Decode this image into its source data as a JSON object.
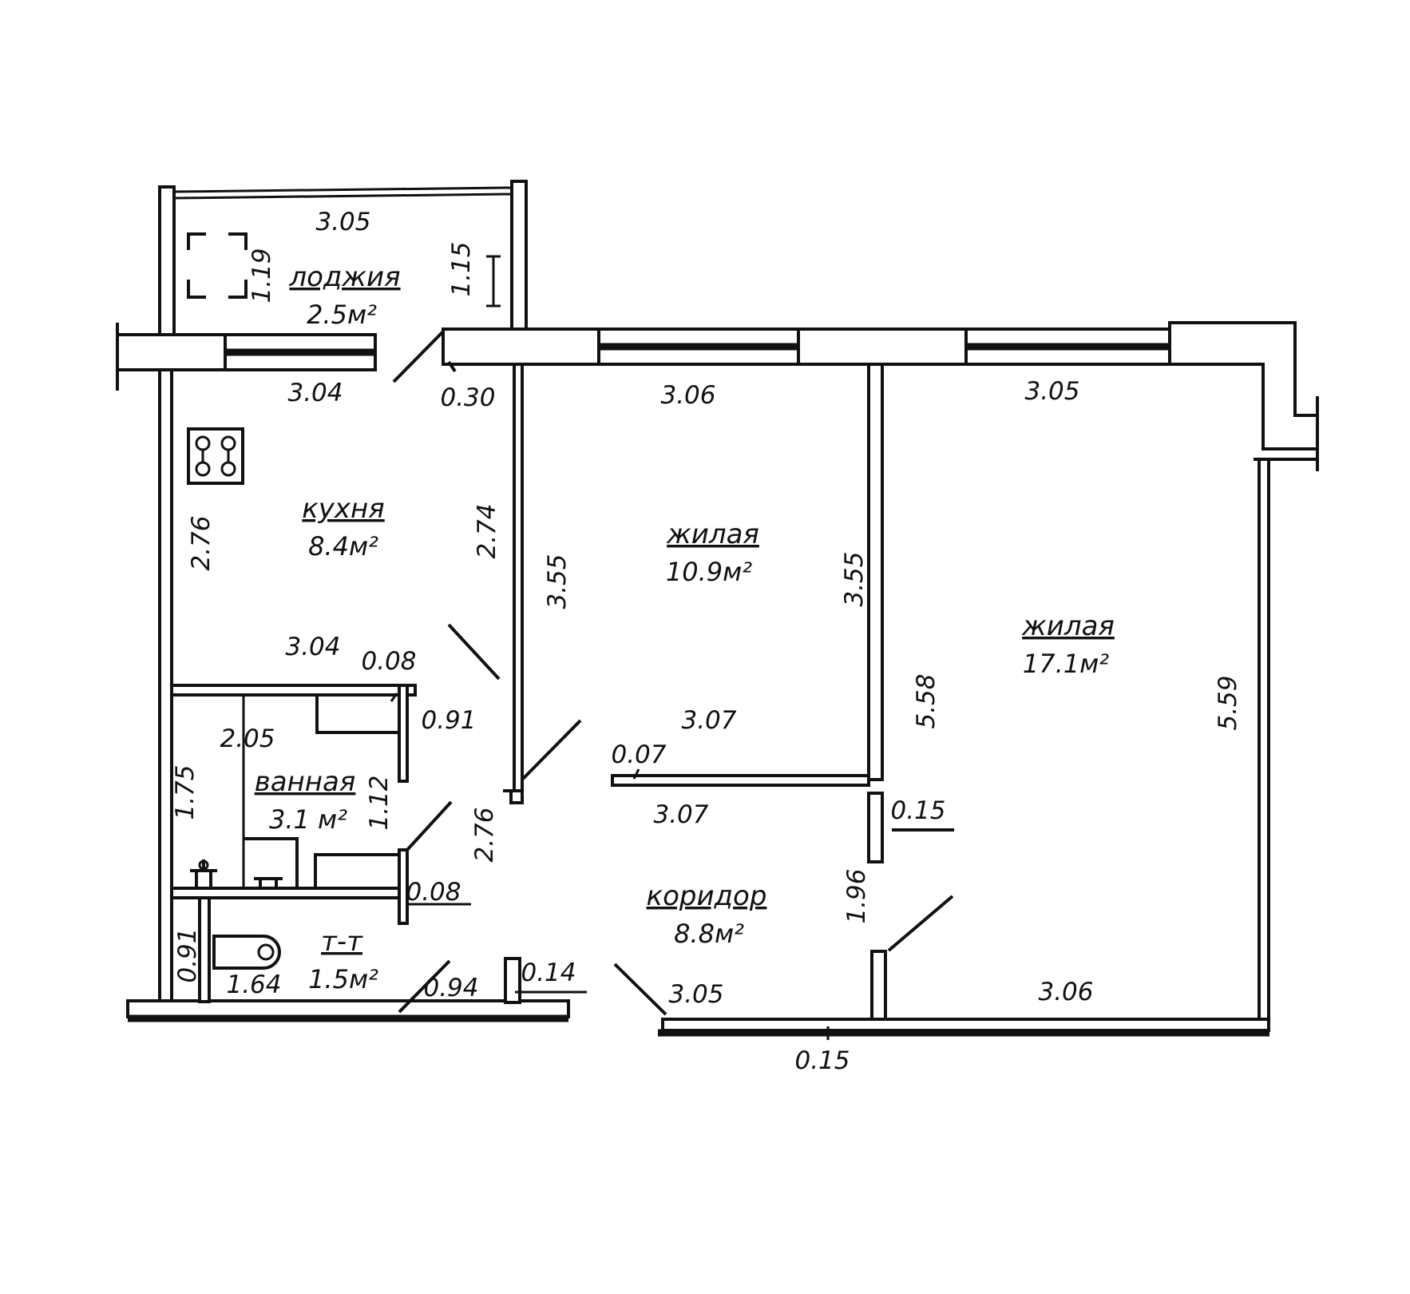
{
  "rooms": {
    "loggia": {
      "name": "лоджия",
      "area": "2.5м²"
    },
    "kitchen": {
      "name": "кухня",
      "area": "8.4м²"
    },
    "living1": {
      "name": "жилая",
      "area": "10.9м²"
    },
    "living2": {
      "name": "жилая",
      "area": "17.1м²"
    },
    "bathroom": {
      "name": "ванная",
      "area": "3.1 м²"
    },
    "toilet": {
      "name": "т-т",
      "area": "1.5м²"
    },
    "corridor": {
      "name": "коридор",
      "area": "8.8м²"
    }
  },
  "dimensions": {
    "loggia_top": "3.05",
    "loggia_depth": "1.19",
    "loggia_right": "1.15",
    "kitchen_top": "3.04",
    "kitchen_bottom": "3.04",
    "kitchen_left": "2.76",
    "kitchen_right": "2.74",
    "window_gap": "0.30",
    "living1_top": "3.06",
    "living1_left": "3.55",
    "living1_right": "3.55",
    "living1_bottom": "3.07",
    "living2_top": "3.05",
    "living2_left": "5.58",
    "living2_right": "5.59",
    "living2_bottom": "3.06",
    "wall_bath_top": "0.08",
    "bath_door": "0.91",
    "bath_top": "2.05",
    "bath_left": "1.75",
    "bath_right": "1.12",
    "wall_bath_bottom": "0.08",
    "corridor_left": "2.76",
    "corridor_wall_gap": "0.07",
    "corridor_top": "3.07",
    "wall_living2": "0.15",
    "corridor_right": "1.96",
    "corridor_bottom": "3.05",
    "toilet_left": "0.91",
    "toilet_bottom": "1.64",
    "toilet_door": "0.94",
    "wall_toilet": "0.14",
    "outer_wall": "0.15"
  }
}
